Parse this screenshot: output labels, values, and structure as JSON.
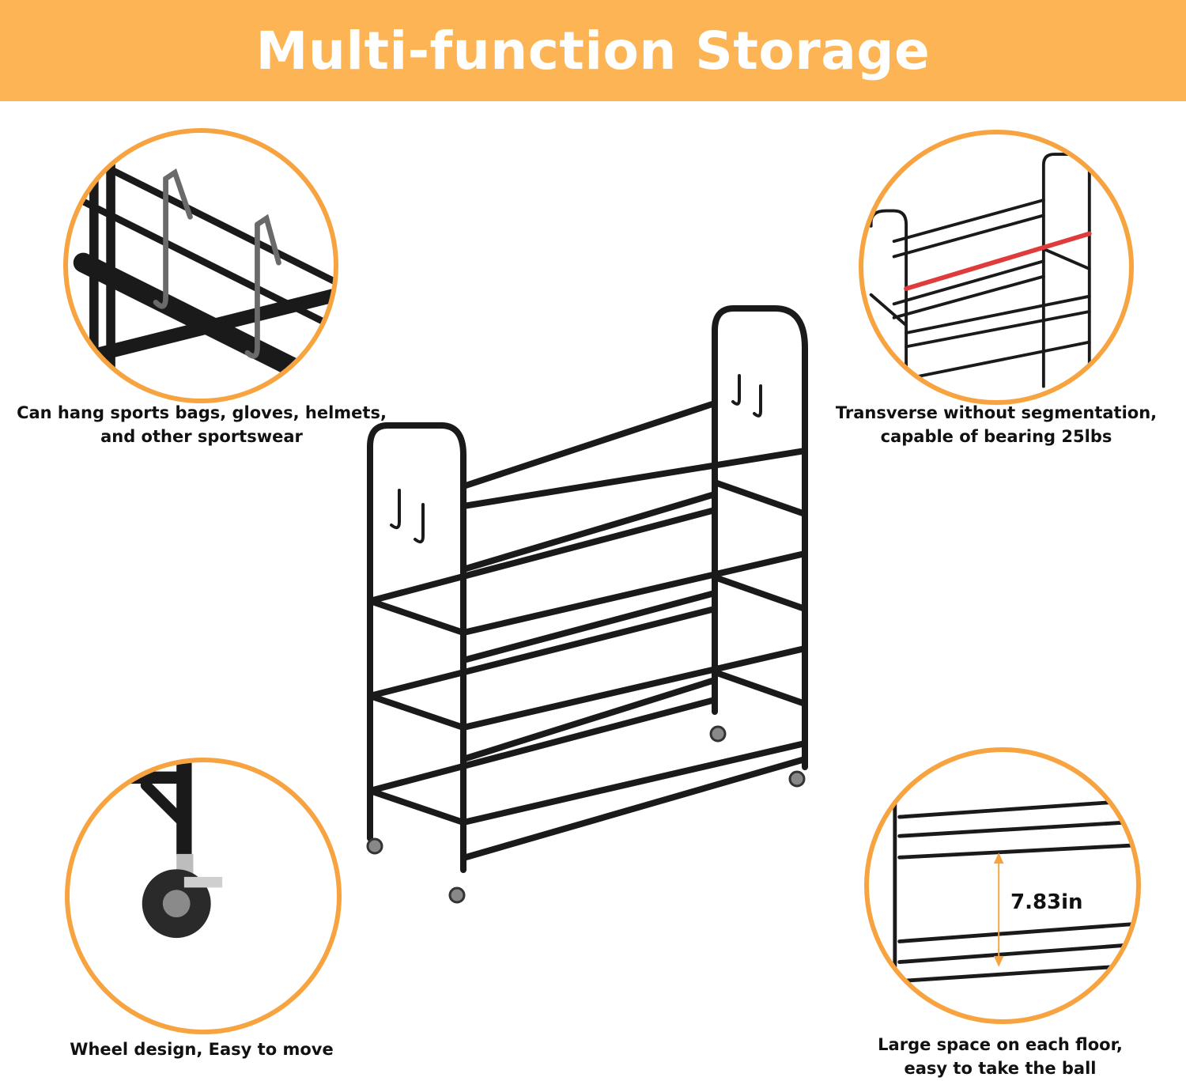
{
  "header": {
    "title": "Multi-function Storage"
  },
  "features": [
    {
      "caption_lines": [
        "Can hang sports bags, gloves, helmets,",
        "and other sportswear"
      ]
    },
    {
      "caption_lines": [
        "Transverse without segmentation,",
        "capable of bearing 25lbs"
      ]
    },
    {
      "caption_lines": [
        "Wheel design, Easy to move"
      ]
    },
    {
      "caption_lines": [
        "Large space on each floor,",
        "easy to take the ball"
      ],
      "dimension_label": "7.83in"
    }
  ],
  "colors": {
    "banner": "#fcb454",
    "circle_border": "#f6a340",
    "highlight_bar": "#e03b3b",
    "metal": "#1a1a1a"
  }
}
